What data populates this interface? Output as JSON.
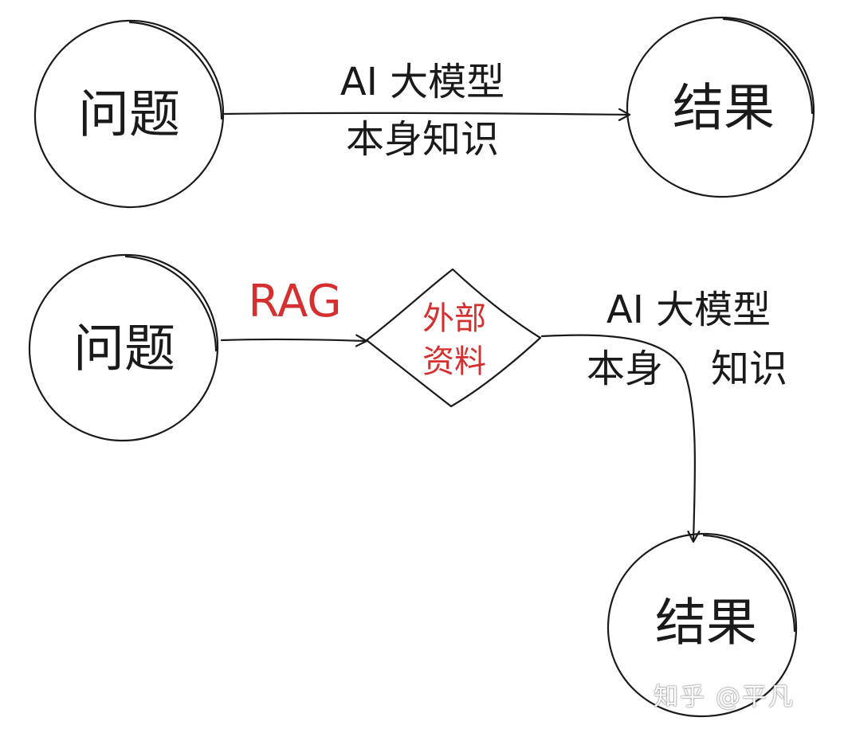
{
  "top_flow": {
    "question": "问题",
    "result": "结果",
    "edge_label_line1": "AI 大模型",
    "edge_label_line2": "本身知识"
  },
  "bottom_flow": {
    "question": "问题",
    "rag_label": "RAG",
    "external_line1": "外部",
    "external_line2": "资料",
    "edge_label_line1": "AI 大模型",
    "edge_label_line2_part1": "本身",
    "edge_label_line2_part2": "知识",
    "result": "结果"
  },
  "watermark": "知乎 @平凡",
  "colors": {
    "ink": "#1a1a1a",
    "accent_red": "#d62f2f",
    "background": "#ffffff"
  }
}
